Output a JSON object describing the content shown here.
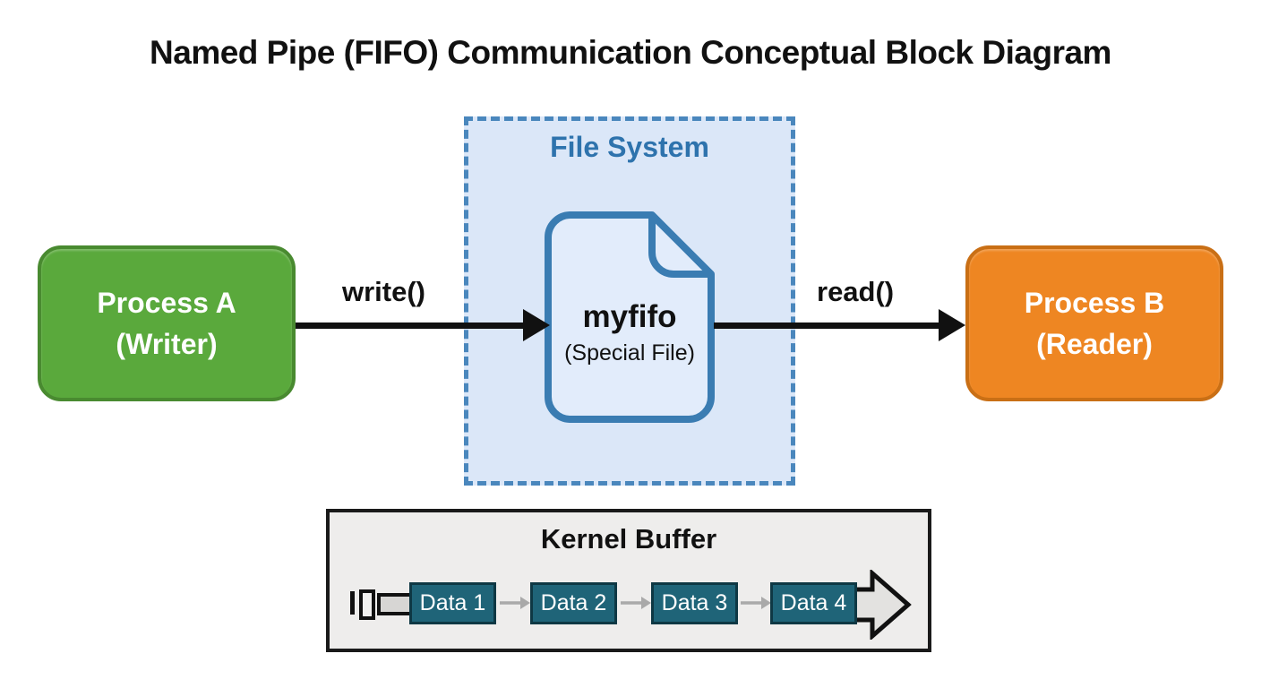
{
  "title": "Named Pipe (FIFO) Communication Conceptual Block Diagram",
  "process_a": {
    "line1": "Process A",
    "line2": "(Writer)",
    "fill": "#5aa93c",
    "border": "#498a30",
    "text_color": "#ffffff"
  },
  "process_b": {
    "line1": "Process B",
    "line2": "(Reader)",
    "fill": "#ee8622",
    "border": "#c96f15",
    "text_color": "#ffffff"
  },
  "file_system": {
    "label": "File System",
    "label_color": "#2e73ad",
    "fill": "#dbe7f8",
    "dashed_border": "#4a87bd",
    "file": {
      "name": "myfifo",
      "subtitle": "(Special File)",
      "icon": "document-icon",
      "stroke": "#3a7cb2",
      "fill": "#e2ecfb"
    }
  },
  "arrows": {
    "write_label": "write()",
    "read_label": "read()",
    "color": "#111111",
    "direction": "left-to-right"
  },
  "kernel_buffer": {
    "title": "Kernel Buffer",
    "fill": "#eeedec",
    "border": "#1a1a1a",
    "items": [
      {
        "label": "Data 1"
      },
      {
        "label": "Data 2"
      },
      {
        "label": "Data 3"
      },
      {
        "label": "Data 4"
      }
    ],
    "item_fill": "#1f6478",
    "item_text_color": "#ffffff",
    "connector_color": "#a9a9a9",
    "inlet_icon": "pipe-inlet-icon",
    "outflow_icon": "block-arrow-right-icon",
    "outflow_fill": "#e3e2e0"
  }
}
